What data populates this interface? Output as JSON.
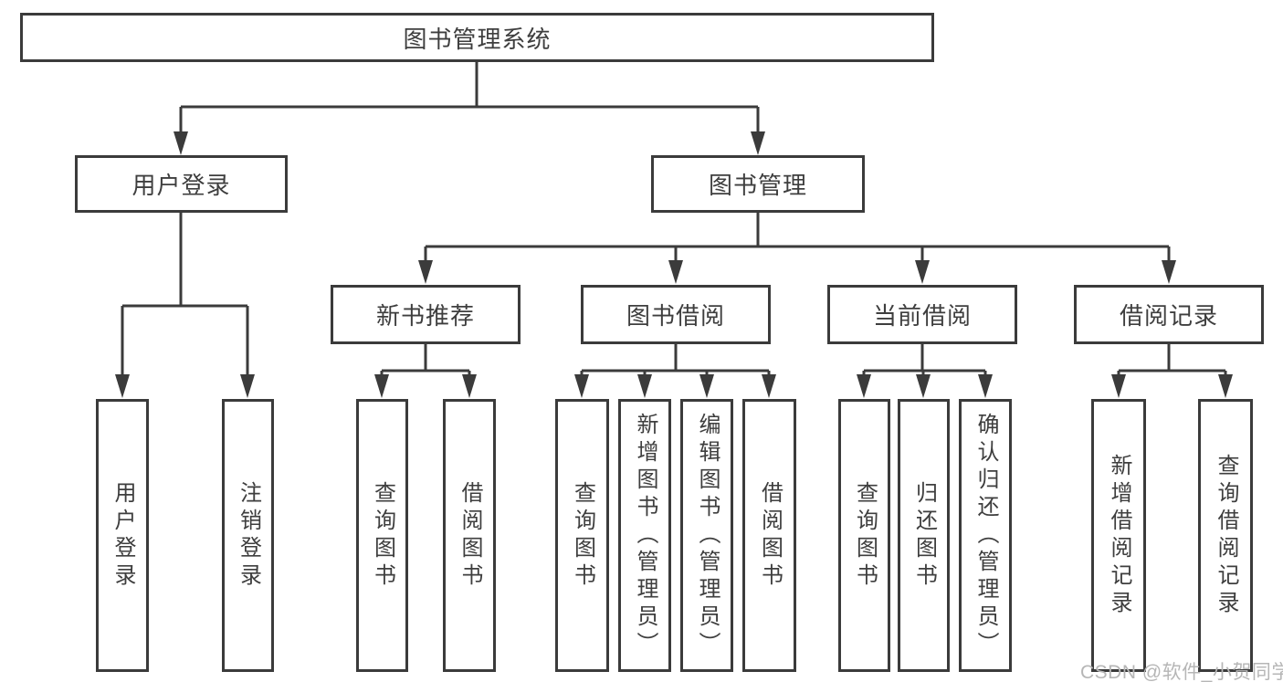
{
  "colors": {
    "line": "#3b3b3b",
    "text": "#3e3e3e",
    "background": "#ffffff",
    "watermark_text": "#b6b6b6"
  },
  "watermark": {
    "text": "CSDN @软件_小贺同学"
  },
  "tree": {
    "label": "图书管理系统",
    "children": [
      {
        "label": "用户登录",
        "children": [
          {
            "label": "用户登录"
          },
          {
            "label": "注销登录"
          }
        ]
      },
      {
        "label": "图书管理",
        "children": [
          {
            "label": "新书推荐",
            "children": [
              {
                "label": "查询图书"
              },
              {
                "label": "借阅图书"
              }
            ]
          },
          {
            "label": "图书借阅",
            "children": [
              {
                "label": "查询图书"
              },
              {
                "label": "新增图书（管理员）"
              },
              {
                "label": "编辑图书（管理员）"
              },
              {
                "label": "借阅图书"
              }
            ]
          },
          {
            "label": "当前借阅",
            "children": [
              {
                "label": "查询图书"
              },
              {
                "label": "归还图书"
              },
              {
                "label": "确认归还（管理员）"
              }
            ]
          },
          {
            "label": "借阅记录",
            "children": [
              {
                "label": "新增借阅记录"
              },
              {
                "label": "查询借阅记录"
              }
            ]
          }
        ]
      }
    ]
  }
}
